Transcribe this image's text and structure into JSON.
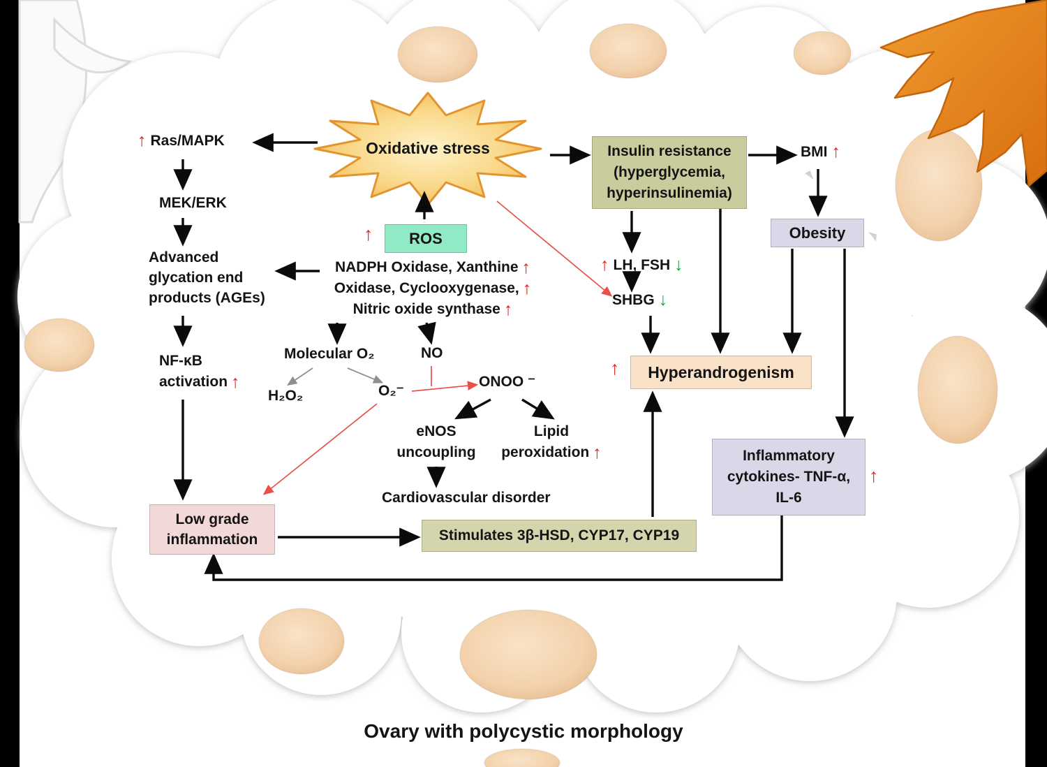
{
  "colors": {
    "up_arrow": "#E8201C",
    "down_arrow": "#17A24A",
    "starburst_fill": "#FAD98C",
    "starburst_stroke": "#E2952F",
    "ros_box": "#8FEAC5",
    "insulin_box": "#C9CD9D",
    "obesity_box": "#DBD7E8",
    "hyperandrogenism_box": "#FAE2C8",
    "cytokines_box": "#DBD7E8",
    "inflammation_box": "#F2D9D8",
    "stimulates_box": "#D5D5AD",
    "cyst_fill": "#F3D2AC",
    "fimbria_fill": "#E8831C",
    "edge_bars": "#000000"
  },
  "glyphs": {
    "up": "↑",
    "down": "↓"
  },
  "nodes": {
    "oxidative_stress": "Oxidative stress",
    "ras_mapk": "Ras/MAPK",
    "mek_erk": "MEK/ERK",
    "ages": [
      "Advanced",
      "glycation end",
      "products (AGEs)"
    ],
    "nfkb": [
      "NF-κB",
      "activation"
    ],
    "ros": "ROS",
    "enzymes": [
      "NADPH Oxidase, Xanthine",
      "Oxidase, Cyclooxygenase,",
      "Nitric oxide synthase"
    ],
    "molecular_o2": "Molecular O₂",
    "no": "NO",
    "h2o2": "H₂O₂",
    "o2_minus": "O₂⁻",
    "onoo": "ONOO ⁻",
    "enos": [
      "eNOS",
      "uncoupling"
    ],
    "lipid": [
      "Lipid",
      "peroxidation"
    ],
    "cardio": "Cardiovascular disorder",
    "insulin": [
      "Insulin resistance",
      "(hyperglycemia,",
      "hyperinsulinemia)"
    ],
    "bmi": "BMI",
    "obesity": "Obesity",
    "lh_fsh": "LH, FSH",
    "shbg": "SHBG",
    "hyperandrogenism": "Hyperandrogenism",
    "cytokines": [
      "Inflammatory",
      "cytokines- TNF-α,",
      "IL-6"
    ],
    "inflammation": [
      "Low grade",
      "inflammation"
    ],
    "stimulates": "Stimulates 3β-HSD, CYP17, CYP19"
  },
  "caption": "Ovary with polycystic morphology"
}
